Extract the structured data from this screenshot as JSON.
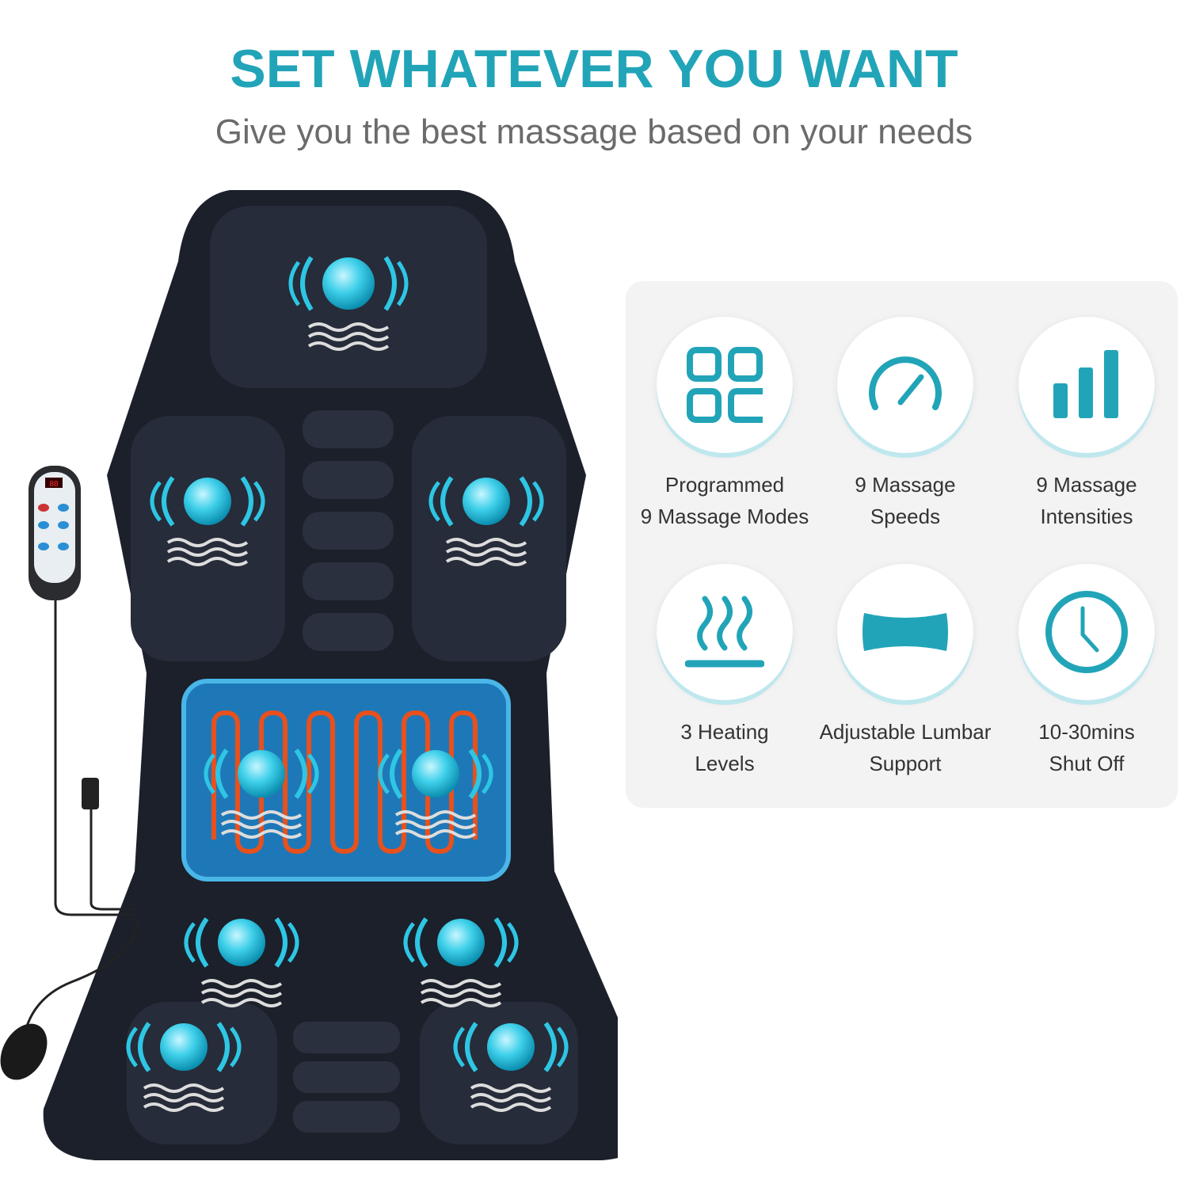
{
  "header": {
    "title": "SET WHATEVER YOU WANT",
    "subtitle": "Give you the best massage based on your needs"
  },
  "product": {
    "remote_display": "88"
  },
  "colors": {
    "accent": "#22a4b8",
    "heat": "#e8501c",
    "cushion": "#1c2230"
  },
  "features": [
    {
      "icon": "grid-modes-icon",
      "line1": "Programmed",
      "line2": "9 Massage Modes"
    },
    {
      "icon": "speedometer-icon",
      "line1": "9 Massage",
      "line2": "Speeds"
    },
    {
      "icon": "bar-levels-icon",
      "line1": "9 Massage",
      "line2": "Intensities"
    },
    {
      "icon": "heat-waves-icon",
      "line1": "3 Heating",
      "line2": "Levels"
    },
    {
      "icon": "lumbar-pillow-icon",
      "line1": "Adjustable Lumbar",
      "line2": "Support"
    },
    {
      "icon": "clock-icon",
      "line1": "10-30mins",
      "line2": "Shut Off"
    }
  ]
}
